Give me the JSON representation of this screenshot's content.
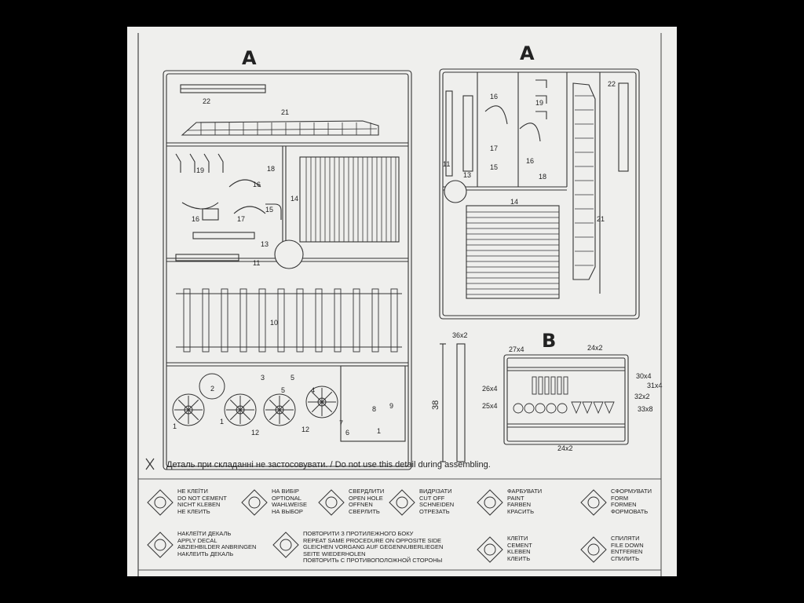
{
  "sprue_a_left_title": "A",
  "sprue_a_right_title": "A",
  "sprue_b_title": "B",
  "sprue_a_left_parts": [
    "22",
    "21",
    "19",
    "18",
    "16",
    "14",
    "16",
    "17",
    "15",
    "13",
    "11",
    "10",
    "2",
    "3",
    "5",
    "5",
    "4",
    "1",
    "1",
    "12",
    "12",
    "6",
    "7",
    "8",
    "9",
    "1"
  ],
  "sprue_a_right_parts": [
    "22",
    "16",
    "19",
    "17",
    "15",
    "16",
    "18",
    "11",
    "13",
    "14",
    "21"
  ],
  "separate_part": {
    "number": "36x2",
    "dimension": "38"
  },
  "sprue_b_parts": [
    "27x4",
    "24x2",
    "30x4",
    "31x4",
    "26x4",
    "32x2",
    "25x4",
    "33x8",
    "24x2"
  ],
  "warning_note": "Деталь при складанні не застосовувати. / Do not use this detail during assembling.",
  "legend": [
    {
      "icon": "no-glue-icon",
      "lines": [
        "НЕ КЛЕЇТИ",
        "DO NOT CEMENT",
        "NICHT KLEBEN",
        "НЕ КЛЕИТЬ"
      ]
    },
    {
      "icon": "question-mark-icon",
      "lines": [
        "НА ВИБІР",
        "OPTIONAL",
        "WAHLWEISE",
        "НА ВЫБОР"
      ]
    },
    {
      "icon": "drill-icon",
      "lines": [
        "СВЕРДЛИТИ",
        "OPEN HOLE",
        "OFFNEN",
        "СВЕРЛИТЬ"
      ]
    },
    {
      "icon": "scissors-icon",
      "lines": [
        "ВИДРІЗАТИ",
        "CUT OFF",
        "SCHNEIDEN",
        "ОТРЕЗАТЬ"
      ]
    },
    {
      "icon": "paint-brush-icon",
      "lines": [
        "ФАРБУВАТИ",
        "PAINT",
        "FARBEN",
        "КРАСИТЬ"
      ]
    },
    {
      "icon": "form-icon",
      "lines": [
        "СФОРМУВАТИ",
        "FORM",
        "FORMEN",
        "ФОРМОВАТЬ"
      ]
    },
    {
      "icon": "decal-icon",
      "lines": [
        "НАКЛЕЇТИ ДЕКАЛЬ",
        "APPLY DECAL",
        "ABZIEHBILDER ANBRINGEN",
        "НАКЛЕИТЬ ДЕКАЛЬ"
      ]
    },
    {
      "icon": "repeat-opposite-icon",
      "lines": [
        "ПОВТОРИТИ З ПРОТИЛЕЖНОГО БОКУ",
        "REPEAT SAME PROCEDURE ON OPPOSITE SIDE",
        "GLEICHEN VORGANG AUF GEGENNUBERLIEGEN",
        "SEITE WIEDERHOLEN",
        "ПОВТОРИТЬ С ПРОТИВОПОЛОЖНОЙ СТОРОНЫ"
      ]
    },
    {
      "icon": "glue-drop-icon",
      "lines": [
        "КЛЕЇТИ",
        "CEMENT",
        "KLEBEN",
        "КЛЕИТЬ"
      ]
    },
    {
      "icon": "file-down-icon",
      "lines": [
        "СПИЛЯТИ",
        "FILE DOWN",
        "ENTFEREN",
        "СПИЛИТЬ"
      ]
    }
  ]
}
